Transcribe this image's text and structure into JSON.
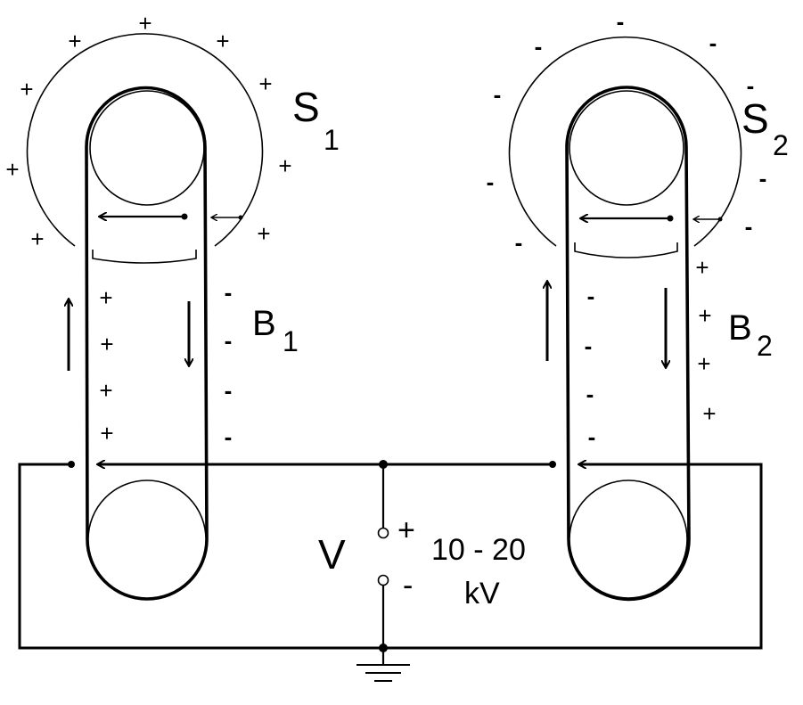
{
  "sphere_left": {
    "label": "S",
    "subscript": "1",
    "charge": "+"
  },
  "sphere_right": {
    "label": "S",
    "subscript": "2",
    "charge": "-"
  },
  "belt_left": {
    "label": "B",
    "subscript": "1",
    "charge_up": "+",
    "charge_down": "-"
  },
  "belt_right": {
    "label": "B",
    "subscript": "2",
    "charge_up": "-",
    "charge_down": "+"
  },
  "source": {
    "label": "V",
    "plus": "+",
    "minus": "-",
    "voltage": "10 - 20",
    "unit": "kV"
  }
}
